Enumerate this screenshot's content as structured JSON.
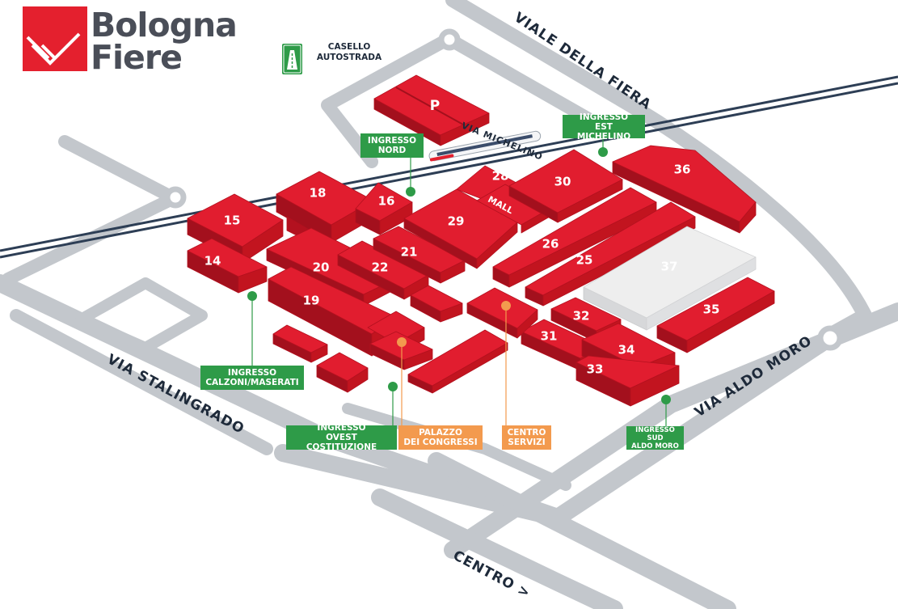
{
  "brand": {
    "line1": "Bologna",
    "line2": "Fiere",
    "color": "#e4202e"
  },
  "motorway_exit": {
    "line1": "CASELLO",
    "line2": "AUTOSTRADA",
    "icon": "motorway-icon",
    "color": "#2e9b48"
  },
  "roads": {
    "viale_della_fiera": "VIALE DELLA FIERA",
    "via_michelino": "VIA MICHELINO",
    "via_stalingrado": "VIA STALINGRADO",
    "via_aldo_moro": "VIA ALDO MORO",
    "centro": "CENTRO >"
  },
  "halls": {
    "p": "P",
    "h14": "14",
    "h15": "15",
    "h16": "16",
    "h18": "18",
    "h19": "19",
    "h20": "20",
    "h21": "21",
    "h22": "22",
    "h25": "25",
    "h26": "26",
    "h28": "28",
    "h29": "29",
    "h30": "30",
    "mall": "MALL",
    "h31": "31",
    "h32": "32",
    "h33": "33",
    "h34": "34",
    "h35": "35",
    "h36": "36",
    "h37": "37"
  },
  "entrances": {
    "nord": "INGRESSO\nNORD",
    "est_michelino": "INGRESSO\nEST MICHELINO",
    "calzoni": "INGRESSO\nCALZONI/MASERATI",
    "ovest": "INGRESSO\nOVEST COSTITUZIONE",
    "sud": "INGRESSO SUD\nALDO MORO"
  },
  "services": {
    "palazzo": "PALAZZO\nDEI CONGRESSI",
    "centro_servizi": "CENTRO\nSERVIZI"
  },
  "colors": {
    "hall": "#e11d2f",
    "hall_dark": "#a3101d",
    "hall_light": "#ef3a47",
    "hall_37": "#eeeeee",
    "road": "#c3c7cc",
    "rail": "#2d3e55",
    "entrance": "#2e9b48",
    "service": "#f39a4e"
  }
}
